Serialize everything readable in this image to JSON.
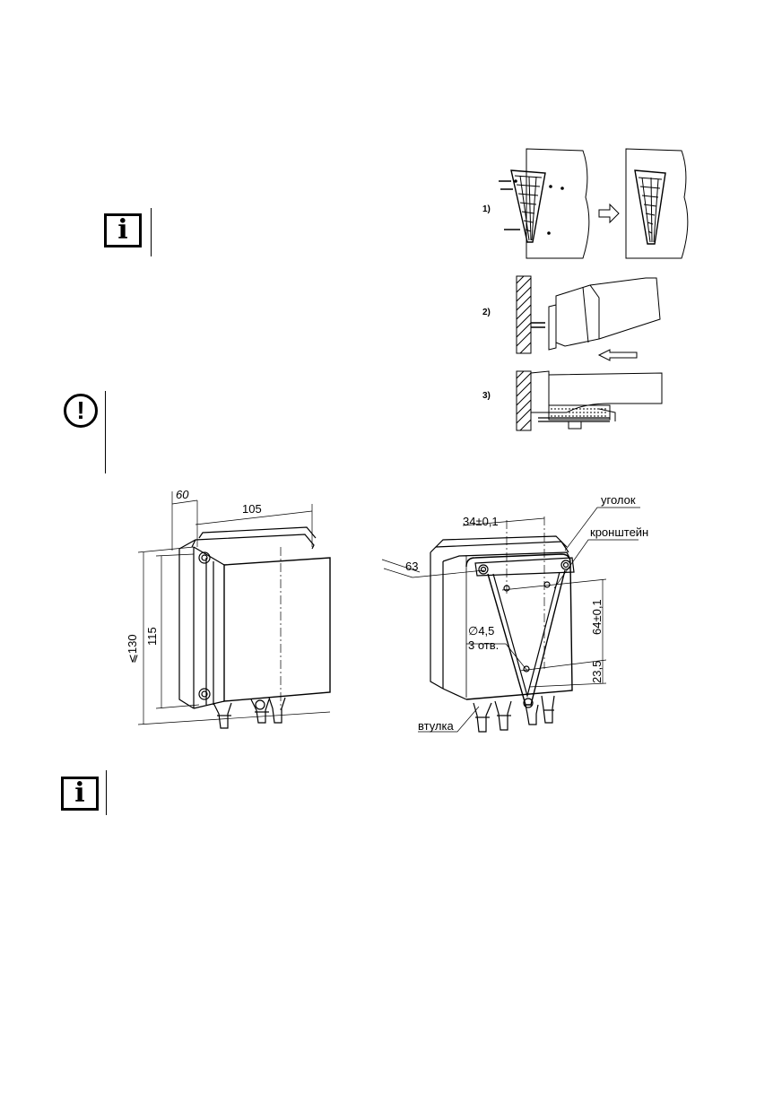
{
  "icons": {
    "info_top": "i",
    "warning": "!",
    "info_bottom": "i"
  },
  "mounting_steps": {
    "step1": "1)",
    "step2": "2)",
    "step3": "3)"
  },
  "front_view": {
    "dim_depth": "60",
    "dim_width": "105",
    "dim_height_max": "⩽130",
    "dim_height": "115"
  },
  "rear_view": {
    "dim_hole_spacing": "34±0,1",
    "dim_depth": "63",
    "dim_vertical": "64±0,1",
    "dim_bottom": "23,5",
    "hole_diameter": "∅4,5",
    "hole_count": "3 отв.",
    "label_corner": "уголок",
    "label_bracket": "кронштейн",
    "label_bushing": "втулка"
  }
}
